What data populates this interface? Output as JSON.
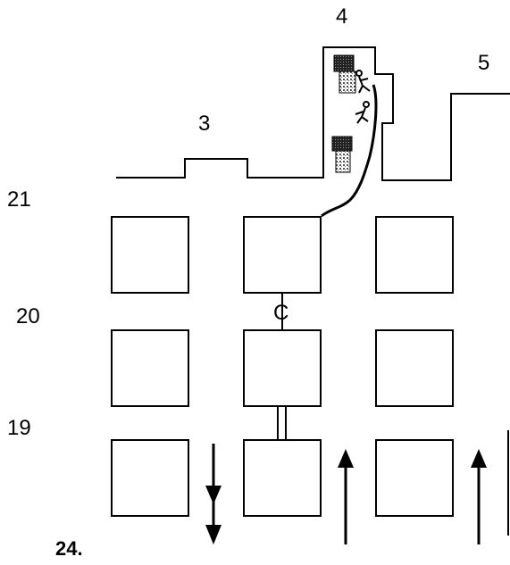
{
  "labels": {
    "building_3": "3",
    "building_4": "4",
    "building_5": "5",
    "row_21": "21",
    "row_20": "20",
    "row_19": "19",
    "connector_c": "C",
    "figure_number": "24."
  },
  "colors": {
    "ink": "#000000",
    "background": "#ffffff",
    "dark_pattern": "#444444"
  },
  "icons": {
    "arrows": [
      "arrow-down-icon",
      "arrow-up-icon",
      "arrow-up-icon"
    ],
    "figures": [
      "person-icon",
      "person-icon"
    ],
    "objects": [
      "patterned-box-icon",
      "patterned-box-icon"
    ]
  }
}
